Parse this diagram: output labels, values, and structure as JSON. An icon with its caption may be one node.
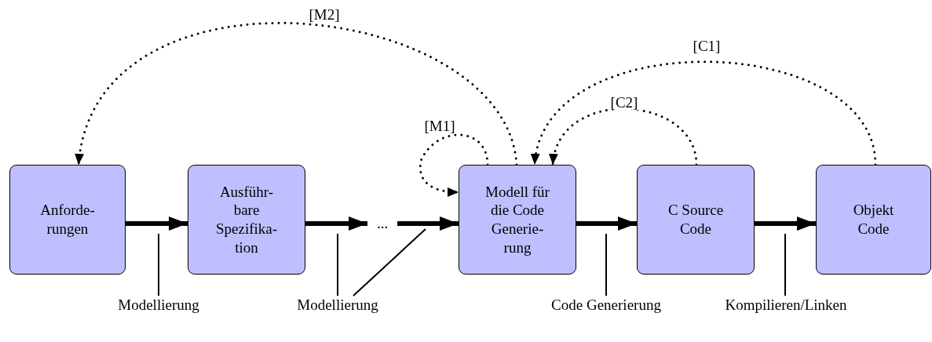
{
  "diagram": {
    "nodes": [
      {
        "text": [
          "Anforde- rungen"
        ]
      },
      {
        "text": [
          "Ausführ- bare Spezifika- tion"
        ]
      },
      {
        "text": [
          "..."
        ]
      },
      {
        "text": [
          "Modell für die Code Generie- rung"
        ]
      },
      {
        "text": [
          "C Source Code"
        ]
      },
      {
        "text": [
          "Objekt Code"
        ]
      },
      {
        "text": [
          "Modellierung"
        ]
      },
      {
        "text": [
          "Modellierung"
        ]
      },
      {
        "text": [
          "Code Generierung"
        ]
      },
      {
        "text": [
          "Kompilieren/Linken"
        ]
      }
    ],
    "edges": [
      {
        "from": 0,
        "to": 1,
        "arrow": "to",
        "style": "thick"
      },
      {
        "from": 1,
        "to": 2,
        "arrow": "to",
        "style": "thick"
      },
      {
        "from": 2,
        "to": 3,
        "arrow": "to",
        "style": "thick"
      },
      {
        "from": 3,
        "to": 4,
        "arrow": "to",
        "style": "thick"
      },
      {
        "from": 4,
        "to": 5,
        "arrow": "to",
        "style": "thick"
      },
      {
        "from": 3,
        "to": 0,
        "arrow": "to",
        "style": "dashed",
        "label": "[M2]"
      },
      {
        "from": 3,
        "to": 3,
        "arrow": "to",
        "style": "dashed",
        "label": "[M1]"
      },
      {
        "from": 5,
        "to": 3,
        "arrow": "to",
        "style": "dashed",
        "label": "[C1]"
      },
      {
        "from": 4,
        "to": 3,
        "arrow": "to",
        "style": "dashed",
        "label": "[C2]"
      },
      {
        "from": 6,
        "to": null,
        "arrow": "none"
      },
      {
        "from": 7,
        "to": null,
        "arrow": "none"
      },
      {
        "from": 7,
        "to": null,
        "arrow": "none"
      },
      {
        "from": 8,
        "to": null,
        "arrow": "none"
      },
      {
        "from": 9,
        "to": null,
        "arrow": "none"
      }
    ]
  }
}
